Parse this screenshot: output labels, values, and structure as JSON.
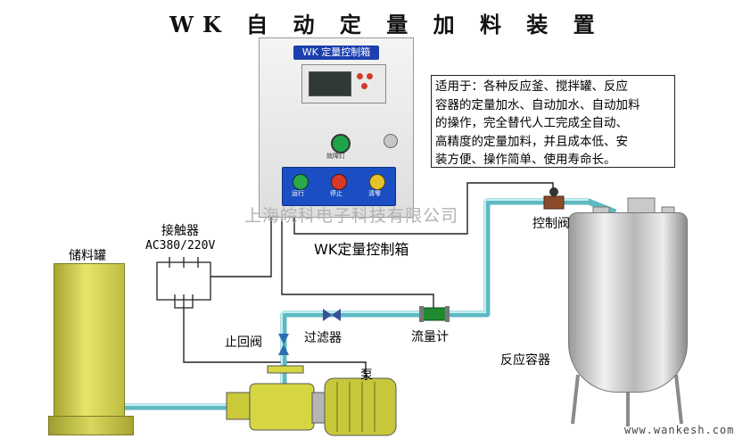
{
  "title": "WK 自 动 定 量 加 料 装 置",
  "cabinet": {
    "panel_label": "WK 定量控制箱",
    "indicator_caption": "故障灯",
    "buttons": [
      "运行",
      "停止",
      "清零"
    ],
    "caption": "WK定量控制箱"
  },
  "note": {
    "lines": [
      "适用于：各种反应釜、搅拌罐、反应",
      "容器的定量加水、自动加水、自动加料",
      "的操作，完全替代人工完成全自动、",
      "高精度的定量加料，并且成本低、安",
      "装方便、操作简单、使用寿命长。"
    ]
  },
  "labels": {
    "contactor": "接触器",
    "voltage": "AC380/220V",
    "storage_tank": "储料罐",
    "check_valve": "止回阀",
    "filter": "过滤器",
    "flow_meter": "流量计",
    "pump": "泵",
    "control_valve": "控制阀",
    "reaction_vessel": "反应容器"
  },
  "watermark": "上海皖科电子科技有限公司",
  "url": "www.wankesh.com",
  "colors": {
    "pipe": "#7fd1d8",
    "pump_body": "#d6d642",
    "tank": "#d6d653",
    "panel_blue": "#1a4ec2",
    "flow_meter": "#1f8a2e"
  }
}
